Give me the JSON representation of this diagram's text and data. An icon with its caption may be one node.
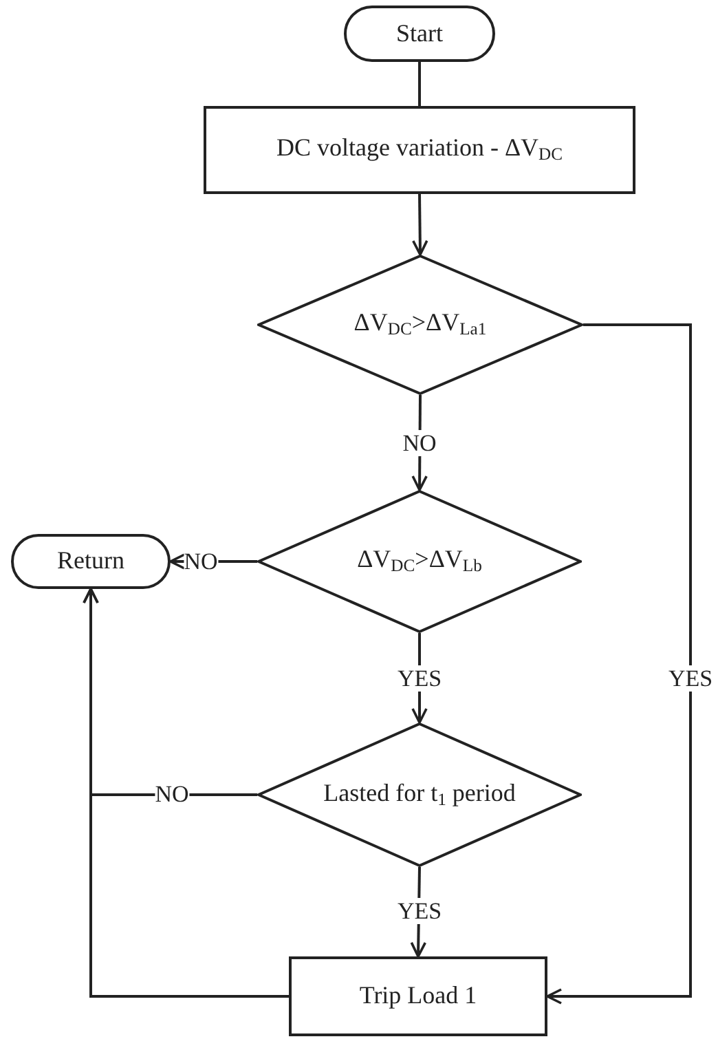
{
  "diagram": {
    "nodes": [
      {
        "text": [
          "Start"
        ]
      },
      {
        "text": [
          "DC voltage variation - ΔV$_{DC}$"
        ]
      },
      {
        "text": [
          "ΔV$_{DC}$>ΔV$_{La1}$"
        ]
      },
      {
        "text": [
          "ΔV$_{DC}$>ΔV$_{Lb}$"
        ]
      },
      {
        "text": [
          "Return"
        ]
      },
      {
        "text": [
          "Lasted for t$_{1}$ period"
        ]
      },
      {
        "text": [
          "Trip Load 1"
        ]
      }
    ],
    "edges": [
      {
        "from": 0,
        "to": 1,
        "arrow": "none"
      },
      {
        "from": 1,
        "to": 2,
        "arrow": "to"
      },
      {
        "from": 2,
        "to": 3,
        "arrow": "to",
        "label": "NO"
      },
      {
        "from": 3,
        "to": 4,
        "arrow": "to",
        "label": "NO"
      },
      {
        "from": 3,
        "to": 5,
        "arrow": "to",
        "label": "YES"
      },
      {
        "from": 5,
        "to": 4,
        "arrow": "to",
        "label": "NO"
      },
      {
        "from": 5,
        "to": 6,
        "arrow": "to",
        "label": "YES"
      },
      {
        "from": 2,
        "to": 6,
        "arrow": "to",
        "label": "YES"
      },
      {
        "from": 6,
        "to": 4,
        "arrow": "to"
      }
    ]
  }
}
